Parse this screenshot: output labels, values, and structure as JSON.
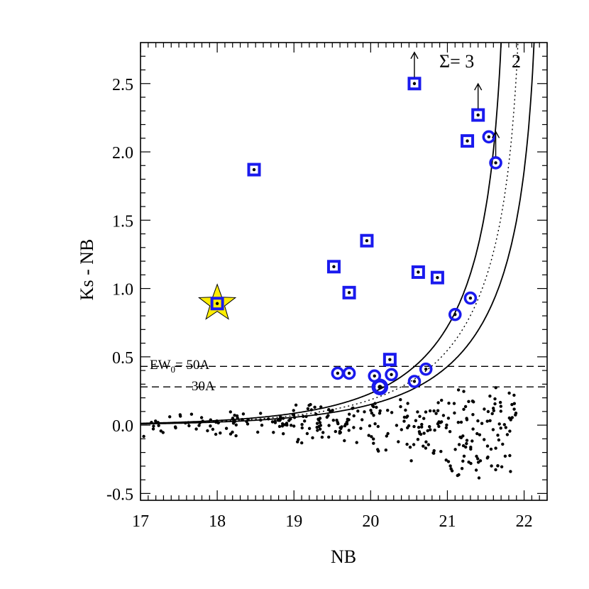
{
  "chart_data": {
    "type": "scatter",
    "xlabel": "NB",
    "ylabel": "Ks - NB",
    "xlim": [
      17,
      22.3
    ],
    "ylim": [
      -0.55,
      2.8
    ],
    "x_ticks": [
      17,
      18,
      19,
      20,
      21,
      22
    ],
    "x_tick_labels": [
      "17",
      "18",
      "19",
      "20",
      "21",
      "22"
    ],
    "y_ticks": [
      -0.5,
      0.0,
      0.5,
      1.0,
      1.5,
      2.0,
      2.5
    ],
    "y_tick_labels": [
      "-0.5",
      "0.0",
      "0.5",
      "1.0",
      "1.5",
      "2.0",
      "2.5"
    ],
    "hlines": [
      {
        "y": 0.43,
        "style": "dashed",
        "label": "EW0= 50A",
        "label_main": "EW",
        "label_sub": "0",
        "label_rest": "= 50A"
      },
      {
        "y": 0.28,
        "style": "dashed",
        "label": "30A"
      }
    ],
    "curve_labels": {
      "sigma3": "Σ= 3",
      "sigma2": "2"
    },
    "square_markers": [
      [
        18.0,
        0.89
      ],
      [
        18.48,
        1.87
      ],
      [
        19.52,
        1.16
      ],
      [
        19.72,
        0.97
      ],
      [
        19.95,
        1.35
      ],
      [
        20.25,
        0.48
      ],
      [
        20.57,
        2.5
      ],
      [
        20.62,
        1.12
      ],
      [
        20.87,
        1.08
      ],
      [
        21.26,
        2.08
      ],
      [
        21.4,
        2.27
      ]
    ],
    "circle_markers": [
      [
        19.57,
        0.38
      ],
      [
        19.72,
        0.38
      ],
      [
        20.05,
        0.36
      ],
      [
        20.27,
        0.37
      ],
      [
        20.57,
        0.32
      ],
      [
        20.72,
        0.41
      ],
      [
        21.1,
        0.81
      ],
      [
        21.3,
        0.93
      ],
      [
        21.54,
        2.11
      ],
      [
        21.63,
        1.92
      ]
    ],
    "large_circle_markers": [
      [
        20.12,
        0.28
      ]
    ],
    "star_markers": [
      [
        18.0,
        0.89
      ]
    ],
    "upper_limit_arrows": [
      [
        20.57,
        2.5
      ],
      [
        21.4,
        2.27
      ],
      [
        21.63,
        1.92
      ]
    ],
    "colors": {
      "marker": "#1a1aee",
      "star": "#ffee00",
      "points": "#000000"
    }
  }
}
